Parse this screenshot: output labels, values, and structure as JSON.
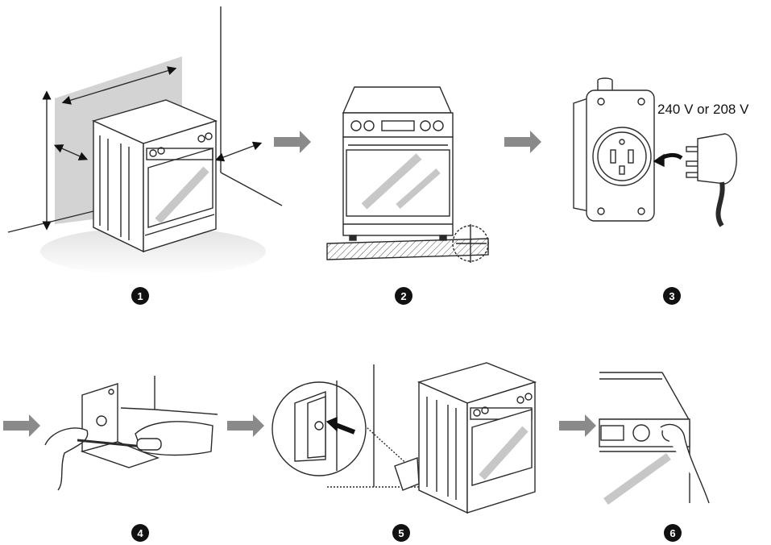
{
  "colors": {
    "stroke": "#2a2a2a",
    "arrow": "#8a8a8a",
    "wall_shade": "#d0d0d0",
    "badge": "#111111"
  },
  "panel3": {
    "voltage_label": "240 V or 208 V"
  },
  "steps": [
    {
      "number": "1"
    },
    {
      "number": "2"
    },
    {
      "number": "3"
    },
    {
      "number": "4"
    },
    {
      "number": "5"
    },
    {
      "number": "6"
    }
  ]
}
